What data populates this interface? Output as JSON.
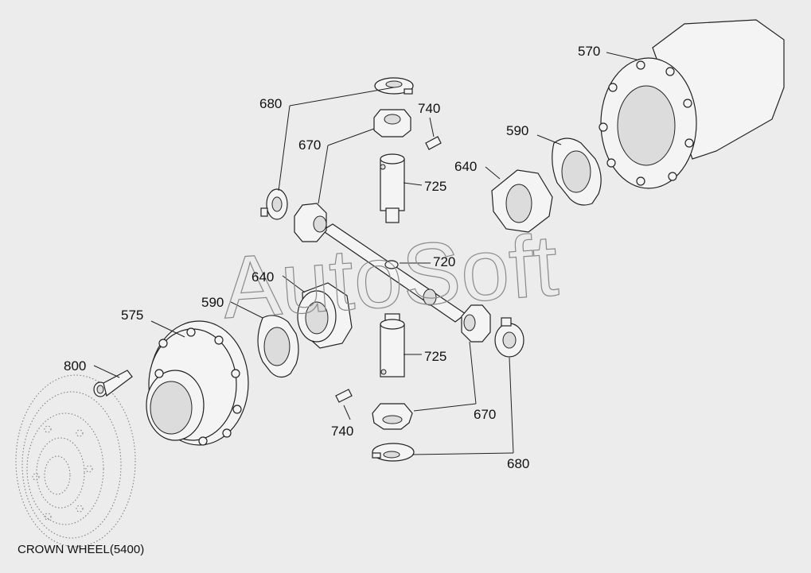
{
  "title": "CROWN WHEEL(5400)",
  "watermark": "AutoSoft",
  "labels": {
    "l570": "570",
    "l680_top": "680",
    "l740_top": "740",
    "l670_top": "670",
    "l590_top": "590",
    "l640_top": "640",
    "l725_top": "725",
    "l720": "720",
    "l640_mid": "640",
    "l590_mid": "590",
    "l575": "575",
    "l725_bot": "725",
    "l800": "800",
    "l670_bot": "670",
    "l740_bot": "740",
    "l680_bot": "680"
  },
  "colors": {
    "background": "#ececec",
    "line": "#222222",
    "watermark_stroke": "#8a8a8a"
  }
}
